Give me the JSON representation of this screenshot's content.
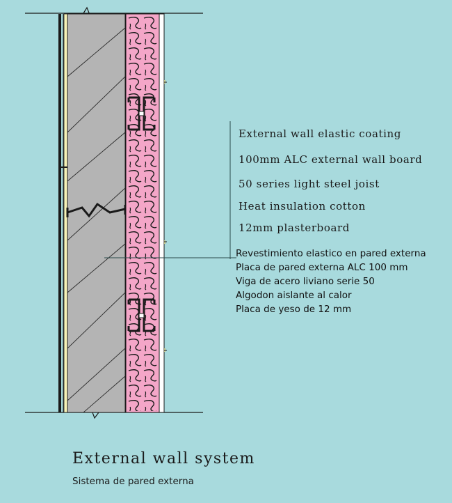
{
  "labels_en": [
    "External wall elastic coating",
    "100mm ALC external wall board",
    "50 series light steel joist",
    "Heat insulation cotton",
    "12mm plasterboard"
  ],
  "labels_es": [
    "Revestimiento elastico en pared externa",
    "Placa de pared externa ALC  100 mm",
    "Viga de acero liviano serie 50",
    "Algodon aislante al calor",
    "Placa de yeso de 12 mm"
  ],
  "title_en": "External wall system",
  "title_es": "Sistema de pared externa",
  "colors": {
    "background": "#a8dadd",
    "board": "#b4b4b4",
    "insulation": "#f4a6c8",
    "coating": "#f6f2b8",
    "plasterboard": "#ffffff",
    "outline": "#1a1a1a"
  }
}
